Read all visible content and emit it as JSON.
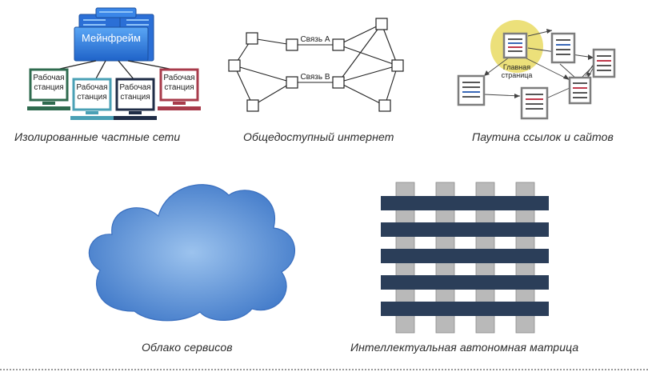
{
  "panels": {
    "private_networks": {
      "caption": "Изолированные частные сети",
      "mainframe_label": "Мейнфрейм",
      "workstation_label": [
        "Рабочая",
        "станция"
      ],
      "workstation_colors": [
        "#2f6b4f",
        "#4aa0b5",
        "#1f2d47",
        "#a83b4b"
      ],
      "mainframe_color": "#2f7fe0"
    },
    "internet": {
      "caption": "Общедоступный интернет",
      "link_a": "Связь А",
      "link_b": "Связь В"
    },
    "web": {
      "caption": "Паутина ссылок и сайтов",
      "home_label": [
        "Главная",
        "страница"
      ],
      "highlight_color": "#ece07a"
    },
    "cloud": {
      "caption": "Облако сервисов",
      "color": "#4f86cf"
    },
    "matrix": {
      "caption": "Интеллектуальная автономная матрица",
      "bar_color": "#2b3e59",
      "post_color": "#b9b9b9"
    }
  }
}
